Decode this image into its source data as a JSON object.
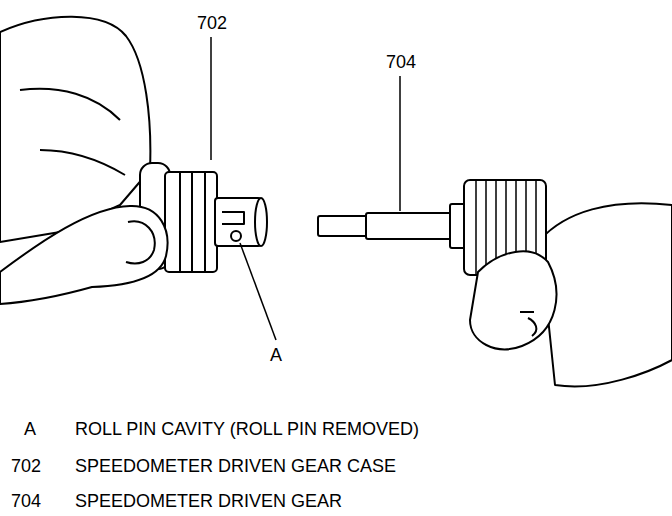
{
  "diagram": {
    "labels": [
      "702",
      "704",
      "A",
      "A",
      "ROLL PIN CAVITY (ROLL PIN REMOVED)",
      "702",
      "SPEEDOMETER DRIVEN GEAR CASE",
      "704",
      "SPEEDOMETER DRIVEN GEAR"
    ]
  }
}
